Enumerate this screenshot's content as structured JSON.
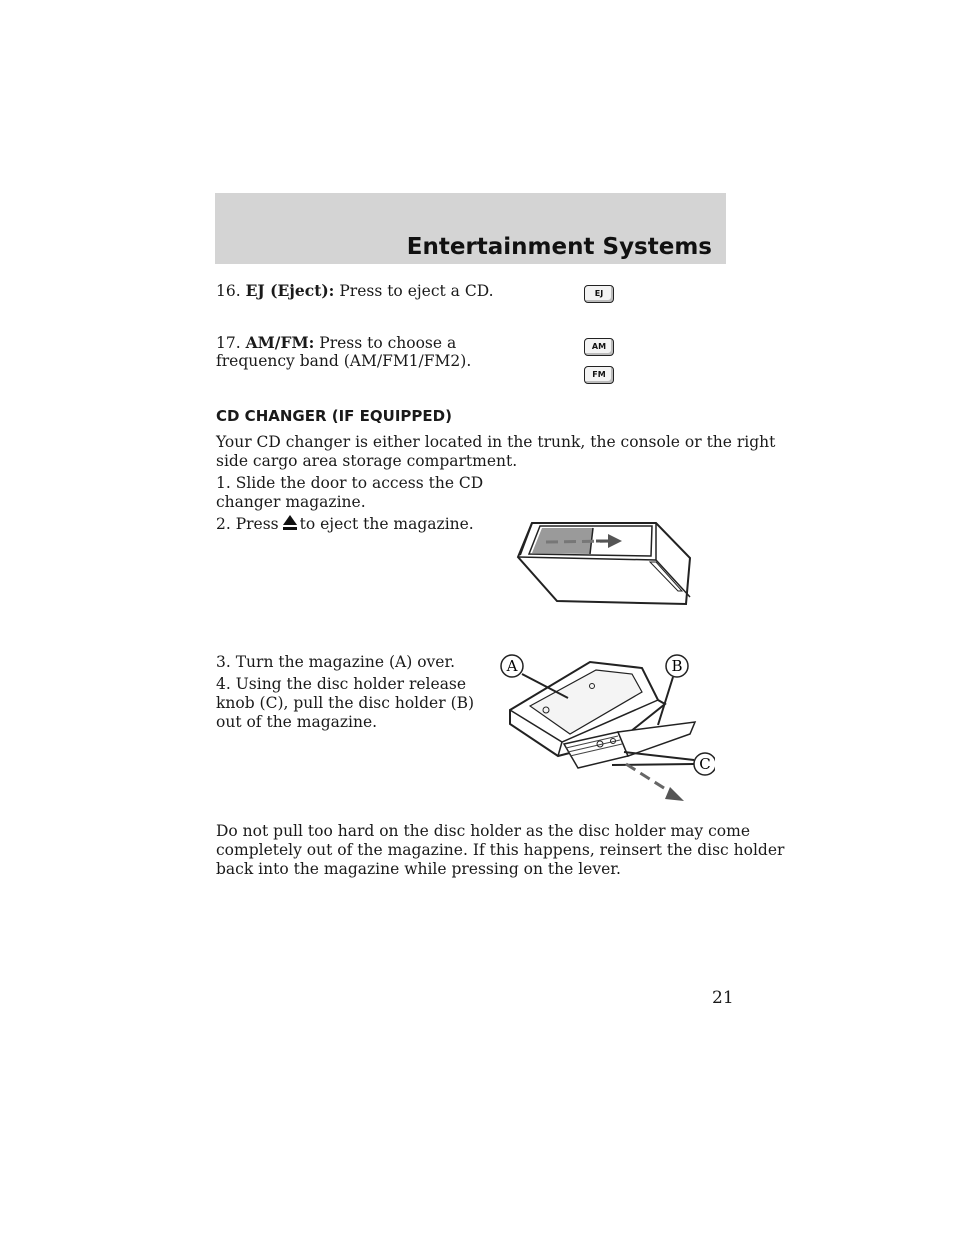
{
  "header": {
    "title": "Entertainment Systems"
  },
  "items": {
    "eject": {
      "number": "16.",
      "label": "EJ (Eject):",
      "text": "Press to eject a CD.",
      "icon": "EJ"
    },
    "amfm": {
      "number": "17.",
      "label": "AM/FM:",
      "text_line1": "Press to choose a",
      "text_line2": "frequency band (AM/FM1/FM2).",
      "icon_am": "AM",
      "icon_fm": "FM"
    }
  },
  "section": {
    "heading": "CD CHANGER (IF EQUIPPED)",
    "intro_line1": "Your CD changer is either located in the trunk, the console or the right",
    "intro_line2": "side cargo area storage compartment.",
    "step1_line1": "1. Slide the door to access the CD",
    "step1_line2": "changer magazine.",
    "step2_prefix": "2. Press",
    "step2_suffix": "to eject the magazine.",
    "step3": "3. Turn the magazine (A) over.",
    "step4_line1": "4. Using the disc holder release",
    "step4_line2": "knob (C), pull the disc holder (B)",
    "step4_line3": "out of the magazine.",
    "note_line1": "Do not pull too hard on the disc holder as the disc holder may come",
    "note_line2": "completely out of the magazine. If this happens, reinsert the disc holder",
    "note_line3": "back into the magazine while pressing on the lever."
  },
  "figure_labels": {
    "a": "A",
    "b": "B",
    "c": "C"
  },
  "page_number": "21"
}
